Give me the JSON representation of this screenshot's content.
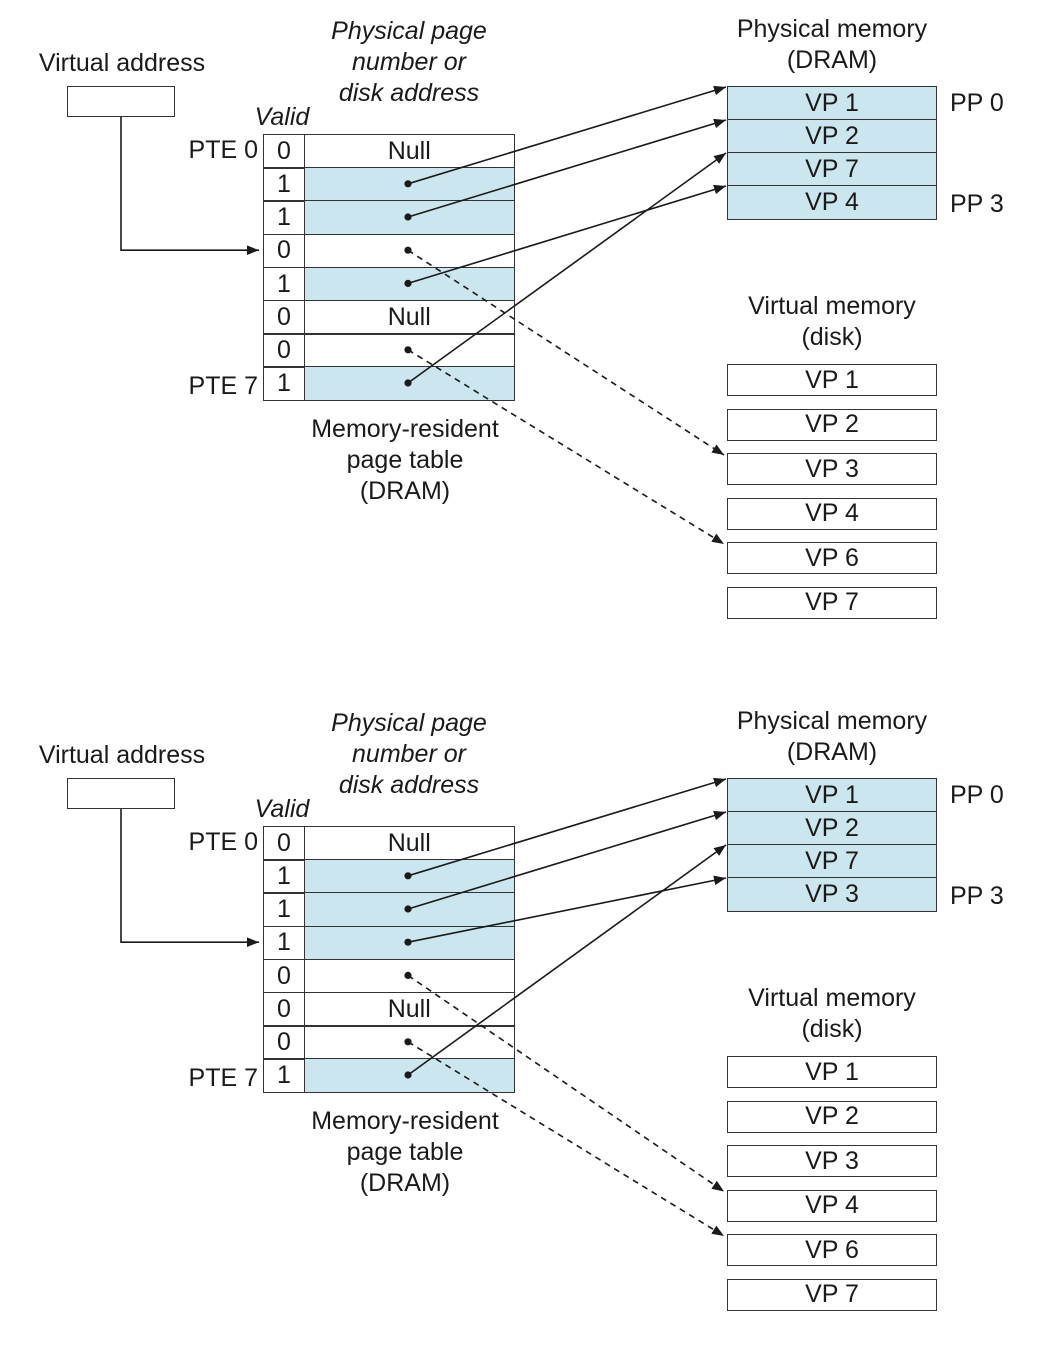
{
  "colors": {
    "resident_fill": "#cce6ef",
    "line": "#1a1a1a"
  },
  "diagrams": [
    {
      "virtual_address_label": "Virtual address",
      "pte_column_header": [
        "Physical page",
        "number or",
        "disk address"
      ],
      "valid_header": "Valid",
      "pte_first_label": "PTE 0",
      "pte_last_label": "PTE 7",
      "virtual_address_points_to_pte": 3,
      "page_table": [
        {
          "valid": "0",
          "content": "Null",
          "resident": false,
          "target": null
        },
        {
          "valid": "1",
          "content": "",
          "resident": true,
          "target": {
            "kind": "dram",
            "index": 0
          }
        },
        {
          "valid": "1",
          "content": "",
          "resident": true,
          "target": {
            "kind": "dram",
            "index": 1
          }
        },
        {
          "valid": "0",
          "content": "",
          "resident": false,
          "target": {
            "kind": "disk",
            "index": 2
          }
        },
        {
          "valid": "1",
          "content": "",
          "resident": true,
          "target": {
            "kind": "dram",
            "index": 3
          }
        },
        {
          "valid": "0",
          "content": "Null",
          "resident": false,
          "target": null
        },
        {
          "valid": "0",
          "content": "",
          "resident": false,
          "target": {
            "kind": "disk",
            "index": 4
          }
        },
        {
          "valid": "1",
          "content": "",
          "resident": true,
          "target": {
            "kind": "dram",
            "index": 2
          }
        }
      ],
      "page_table_caption": [
        "Memory-resident",
        "page table",
        "(DRAM)"
      ],
      "physical_memory_title": [
        "Physical memory",
        "(DRAM)"
      ],
      "physical_pages": [
        "VP 1",
        "VP 2",
        "VP 7",
        "VP 4"
      ],
      "pp_first_label": "PP 0",
      "pp_last_label": "PP 3",
      "virtual_memory_title": [
        "Virtual memory",
        "(disk)"
      ],
      "disk_pages": [
        "VP 1",
        "VP 2",
        "VP 3",
        "VP 4",
        "VP 6",
        "VP 7"
      ]
    },
    {
      "virtual_address_label": "Virtual address",
      "pte_column_header": [
        "Physical page",
        "number or",
        "disk address"
      ],
      "valid_header": "Valid",
      "pte_first_label": "PTE 0",
      "pte_last_label": "PTE 7",
      "virtual_address_points_to_pte": 3,
      "page_table": [
        {
          "valid": "0",
          "content": "Null",
          "resident": false,
          "target": null
        },
        {
          "valid": "1",
          "content": "",
          "resident": true,
          "target": {
            "kind": "dram",
            "index": 0
          }
        },
        {
          "valid": "1",
          "content": "",
          "resident": true,
          "target": {
            "kind": "dram",
            "index": 1
          }
        },
        {
          "valid": "1",
          "content": "",
          "resident": true,
          "target": {
            "kind": "dram",
            "index": 3
          }
        },
        {
          "valid": "0",
          "content": "",
          "resident": false,
          "target": {
            "kind": "disk",
            "index": 3
          }
        },
        {
          "valid": "0",
          "content": "Null",
          "resident": false,
          "target": null
        },
        {
          "valid": "0",
          "content": "",
          "resident": false,
          "target": {
            "kind": "disk",
            "index": 4
          }
        },
        {
          "valid": "1",
          "content": "",
          "resident": true,
          "target": {
            "kind": "dram",
            "index": 2
          }
        }
      ],
      "page_table_caption": [
        "Memory-resident",
        "page table",
        "(DRAM)"
      ],
      "physical_memory_title": [
        "Physical memory",
        "(DRAM)"
      ],
      "physical_pages": [
        "VP 1",
        "VP 2",
        "VP 7",
        "VP 3"
      ],
      "pp_first_label": "PP 0",
      "pp_last_label": "PP 3",
      "virtual_memory_title": [
        "Virtual memory",
        "(disk)"
      ],
      "disk_pages": [
        "VP 1",
        "VP 2",
        "VP 3",
        "VP 4",
        "VP 6",
        "VP 7"
      ]
    }
  ]
}
